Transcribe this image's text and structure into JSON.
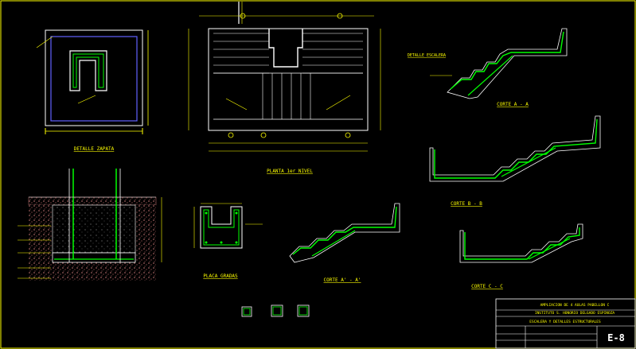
{
  "colors": {
    "background": "#000000",
    "frame": "#ffff00",
    "rebar": "#00ff00",
    "dimension": "#ffff00",
    "outline": "#ffffff",
    "footing_edge": "#6060ff",
    "soil": "#c87878"
  },
  "details": {
    "zapata": "DETALLE ZAPATA",
    "planta": "PLANTA 1er NIVEL",
    "placa": "PLACA GRADAS",
    "escalera": "DETALLE ESCALERA",
    "corte_aa": "CORTE A - A",
    "corte_bb": "CORTE B - B",
    "corte_cc": "CORTE C - C",
    "corte_aa2": "CORTE A' - A'"
  },
  "title_block": {
    "line1": "AMPLIACION DE 4 AULAS PABELLON C",
    "line2": "INSTITUTO S. HONORIO DELGADO ESPINOZA",
    "line3": "ESCALERA Y DETALLES ESTRUCTURALES",
    "sheet": "E-8"
  }
}
